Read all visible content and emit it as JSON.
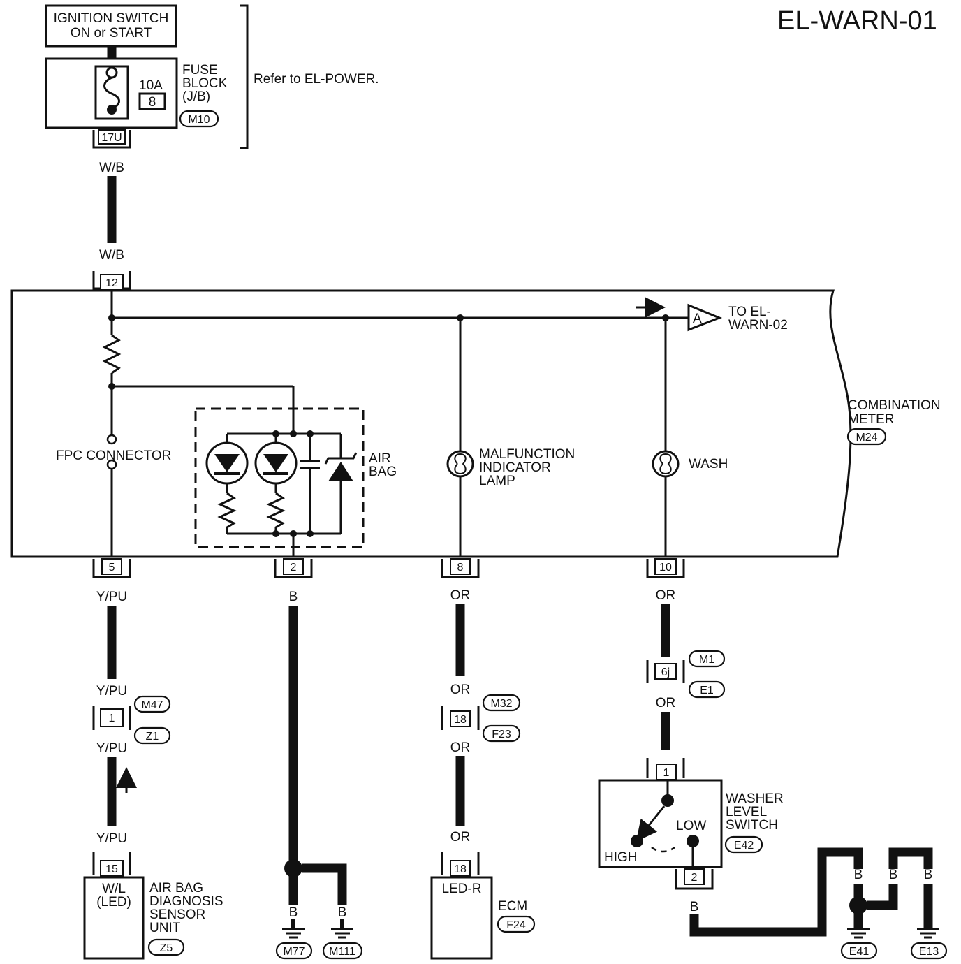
{
  "title": "EL-WARN-01",
  "power": {
    "ignition_line1": "IGNITION SWITCH",
    "ignition_line2": "ON or START",
    "fuse_rating": "10A",
    "fuse_number": "8",
    "fuse_block_line1": "FUSE",
    "fuse_block_line2": "BLOCK",
    "fuse_block_line3": "(J/B)",
    "fuse_block_connector": "M10",
    "fuse_block_pin": "17U",
    "refer_note": "Refer to EL-POWER."
  },
  "wire_colors": {
    "w_b_top": "W/B",
    "w_b_bottom": "W/B",
    "y_pu_1": "Y/PU",
    "y_pu_2": "Y/PU",
    "y_pu_3": "Y/PU",
    "y_pu_4": "Y/PU",
    "b_airbag": "B",
    "b_ground_m77": "B",
    "b_ground_m111": "B",
    "or_1": "OR",
    "or_2": "OR",
    "or_3": "OR",
    "or_4": "OR",
    "or_5": "OR",
    "or_6": "OR",
    "b_switch": "B",
    "b_e41_a": "B",
    "b_e41_b": "B",
    "b_e13": "B"
  },
  "combination_meter": {
    "label_line1": "COMBINATION",
    "label_line2": "METER",
    "connector": "M24",
    "input_pin": "12",
    "fpc_connector": "FPC CONNECTOR",
    "airbag_line1": "AIR",
    "airbag_line2": "BAG",
    "mil_line1": "MALFUNCTION",
    "mil_line2": "INDICATOR",
    "mil_line3": "LAMP",
    "wash": "WASH",
    "to_label_line1": "TO EL-",
    "to_label_line2": "WARN-02",
    "to_marker": "A",
    "output_pins": [
      "5",
      "2",
      "8",
      "10"
    ]
  },
  "connectors": {
    "m47": "M47",
    "z1": "Z1",
    "pin_1_m47": "1",
    "m32": "M32",
    "f23": "F23",
    "pin_18_m32": "18",
    "m1": "M1",
    "e1": "E1",
    "pin_6j": "6j"
  },
  "airbag_unit": {
    "pin": "15",
    "inside_line1": "W/L",
    "inside_line2": "(LED)",
    "label_line1": "AIR BAG",
    "label_line2": "DIAGNOSIS",
    "label_line3": "SENSOR",
    "label_line4": "UNIT",
    "connector": "Z5"
  },
  "ecm": {
    "pin": "18",
    "inside": "LED-R",
    "label": "ECM",
    "connector": "F24"
  },
  "washer_switch": {
    "pin_in": "1",
    "pin_out": "2",
    "high": "HIGH",
    "low": "LOW",
    "label_line1": "WASHER",
    "label_line2": "LEVEL",
    "label_line3": "SWITCH",
    "connector": "E42"
  },
  "grounds": {
    "m77": "M77",
    "m111": "M111",
    "e41": "E41",
    "e13": "E13"
  }
}
